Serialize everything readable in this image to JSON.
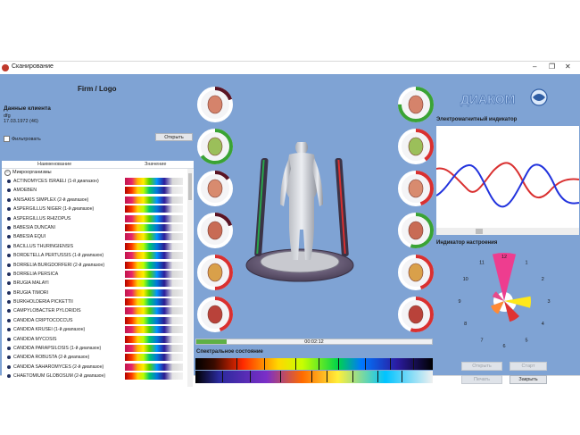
{
  "window": {
    "title": "Сканирование",
    "minimize": "–",
    "maximize": "❐",
    "close": "✕"
  },
  "firm_logo": "Firm / Logo",
  "client": {
    "heading": "Данные клиента",
    "name": "dfg",
    "date": "17.03.1972 (46)"
  },
  "filter_label": "Фильтровать",
  "open_top_label": "Открыть",
  "list": {
    "col_name": "Наименование",
    "col_value": "Значение",
    "group": "Микроорганизмы",
    "items": [
      {
        "name": "ACTINOMYCES ISRAELI (1-й диапазон)"
      },
      {
        "name": "AMOEBEN"
      },
      {
        "name": "ANISAKIS SIMPLEX (2-й диапазон)"
      },
      {
        "name": "ASPERGILLUS NIGER (1-й диапазон)"
      },
      {
        "name": "ASPERGILLUS RHIZOPUS"
      },
      {
        "name": "BABESIA DUNCANI"
      },
      {
        "name": "BABESIA EQUI"
      },
      {
        "name": "BACILLUS THURINGIENSIS"
      },
      {
        "name": "BORDETELLA PERTUSSIS (1-й диапазон)"
      },
      {
        "name": "BORRELIA BURGDORFERI (2-й диапазон)"
      },
      {
        "name": "BORRELIA PERSICA"
      },
      {
        "name": "BRUGIA MALAYI"
      },
      {
        "name": "BRUGIA TIMORI"
      },
      {
        "name": "BURKHOLDERIA PICKETTII"
      },
      {
        "name": "CAMPYLOBACTER PYLORIDIS"
      },
      {
        "name": "CANDIDA CRIPTOCOCCUS"
      },
      {
        "name": "CANDIDA KRUSEI (1-й диапазон)"
      },
      {
        "name": "CANDIDA MYCOSIS"
      },
      {
        "name": "CANDIDA PARAPSILOSIS (1-й диапазон)"
      },
      {
        "name": "CANDIDA ROBUSTA (2-й диапазон)"
      },
      {
        "name": "CANDIDA SAHAROMYCES (2-й диапазон)"
      },
      {
        "name": "CHAETOMIUM GLOBOSUM (2-й диапазон)"
      }
    ]
  },
  "organs_left": [
    {
      "icon": "stomach-icon",
      "level": 0.2
    },
    {
      "icon": "gallbladder-icon",
      "level": 0.65
    },
    {
      "icon": "lungs-icon",
      "level": 0.15
    },
    {
      "icon": "intestines-icon",
      "level": 0.2
    },
    {
      "icon": "pelvis-icon",
      "level": 0.5
    },
    {
      "icon": "liver-icon",
      "level": 0.45
    }
  ],
  "organs_right": [
    {
      "icon": "kidneys-icon",
      "level": 0.75
    },
    {
      "icon": "pancreas-icon",
      "level": 0.4
    },
    {
      "icon": "heart-icon",
      "level": 0.45
    },
    {
      "icon": "colon-icon",
      "level": 0.55
    },
    {
      "icon": "bladder-icon",
      "level": 0.45
    },
    {
      "icon": "brain-icon",
      "level": 0.55
    }
  ],
  "progress": {
    "time": "00:02:12",
    "fraction": 0.13
  },
  "spectral_label": "Спектральное состояние",
  "em_label": "Электромагнитный индикатор",
  "mood_label": "Индикатор настроения",
  "mood_numbers": [
    "12",
    "1",
    "2",
    "3",
    "4",
    "5",
    "6",
    "7",
    "8",
    "9",
    "10",
    "11"
  ],
  "buttons": {
    "open": "Открыть",
    "start": "Старт",
    "print": "Печать",
    "close": "Закрыть"
  },
  "colors": {
    "bg": "#7fa3d4",
    "ring_green": "#3aa335",
    "ring_red": "#d93030",
    "mood_pink": "#ee3d8f",
    "mood_yellow": "#ffe81a"
  }
}
